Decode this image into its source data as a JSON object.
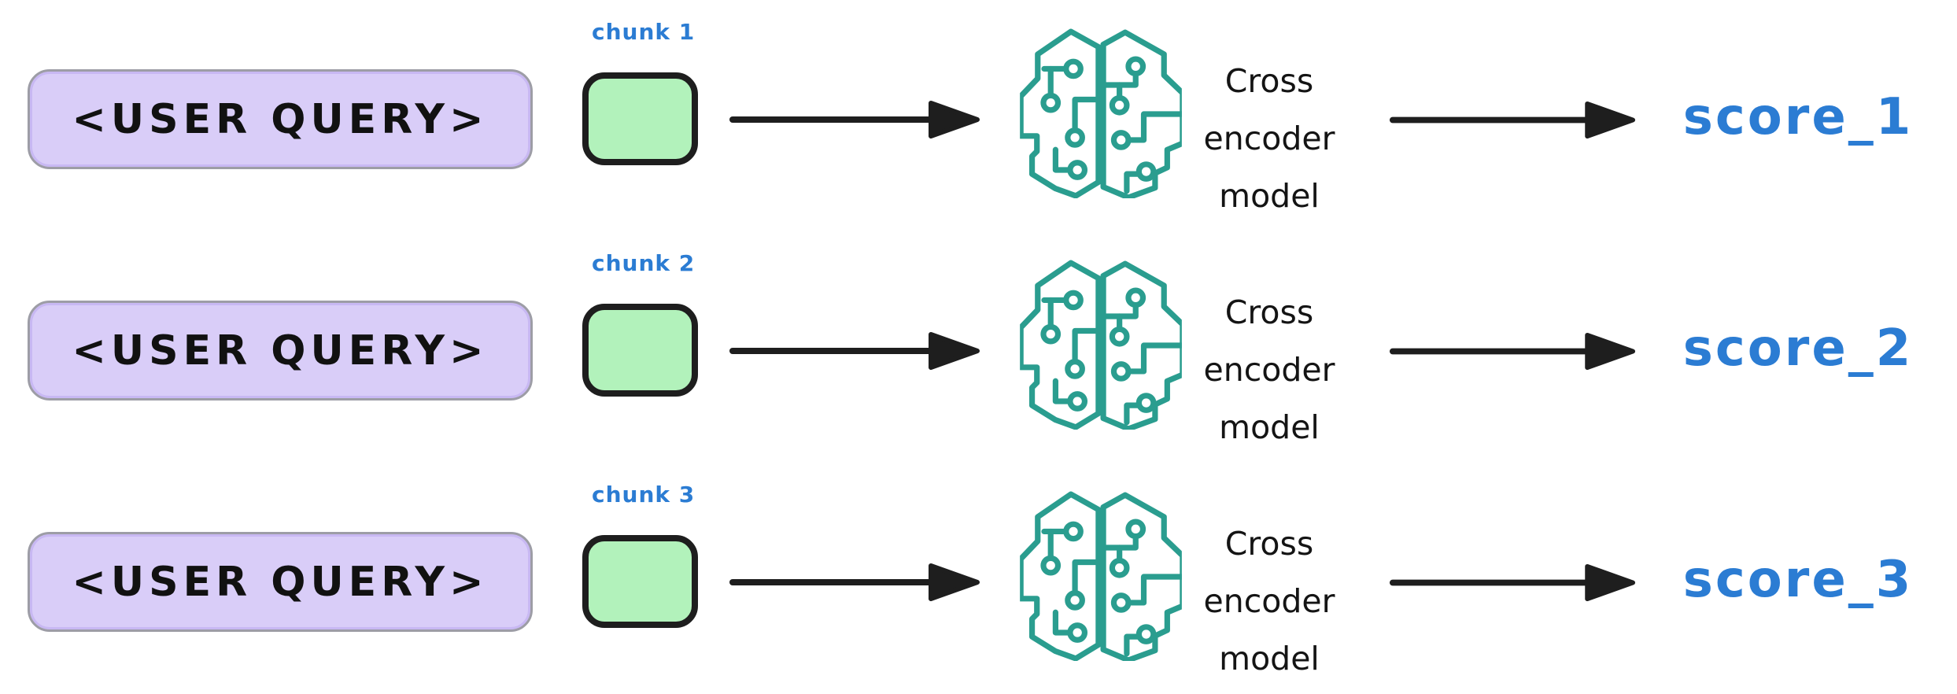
{
  "diagram": {
    "description_rows": [
      {
        "query_label": "<USER QUERY>",
        "chunk_label": "chunk 1",
        "model_label": "Cross\nencoder\nmodel",
        "score_label": "score_1"
      },
      {
        "query_label": "<USER QUERY>",
        "chunk_label": "chunk 2",
        "model_label": "Cross\nencoder\nmodel",
        "score_label": "score_2"
      },
      {
        "query_label": "<USER QUERY>",
        "chunk_label": "chunk 3",
        "model_label": "Cross\nencoder\nmodel",
        "score_label": "score_3"
      }
    ],
    "colors": {
      "background": "#ffffff",
      "query_box_fill": "#d9cdf8",
      "query_box_border": "#9d9da6",
      "chunk_box_fill": "#b2f2bb",
      "outline_black": "#1e1e1e",
      "label_blue": "#2b7cd3",
      "brain_teal": "#2a9d8f"
    },
    "icons": {
      "brain": "circuit-brain-icon",
      "arrow": "arrow-right-icon"
    }
  }
}
